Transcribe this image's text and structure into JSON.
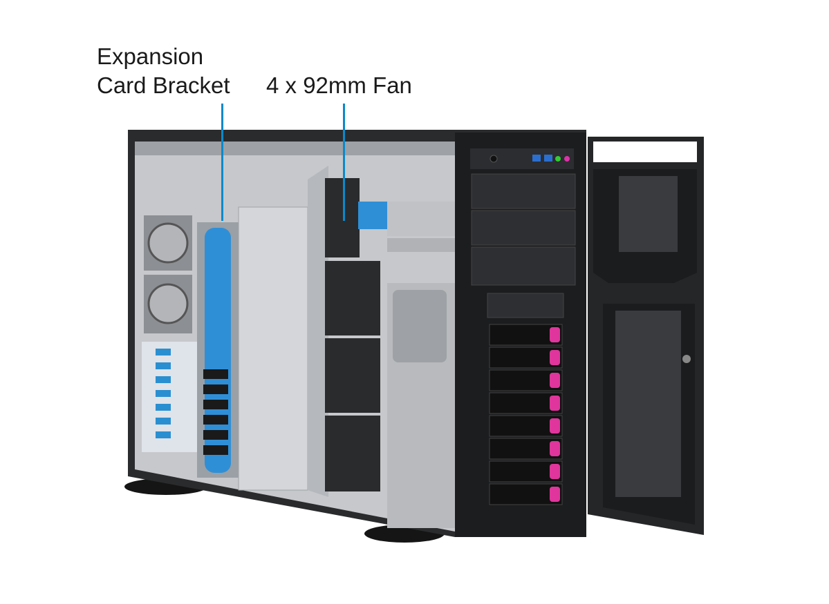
{
  "callouts": [
    {
      "line1": "Expansion",
      "line2": "Card Bracket"
    },
    {
      "line1": "4 x 92mm Fan"
    }
  ],
  "colors": {
    "leader": "#0a8acb",
    "bracket": "#2f8fd6",
    "drive_handle": "#e0359c",
    "chassis": "#1c1d1f",
    "interior": "#c9cbce"
  },
  "drive_bays": 8,
  "fans": 4
}
